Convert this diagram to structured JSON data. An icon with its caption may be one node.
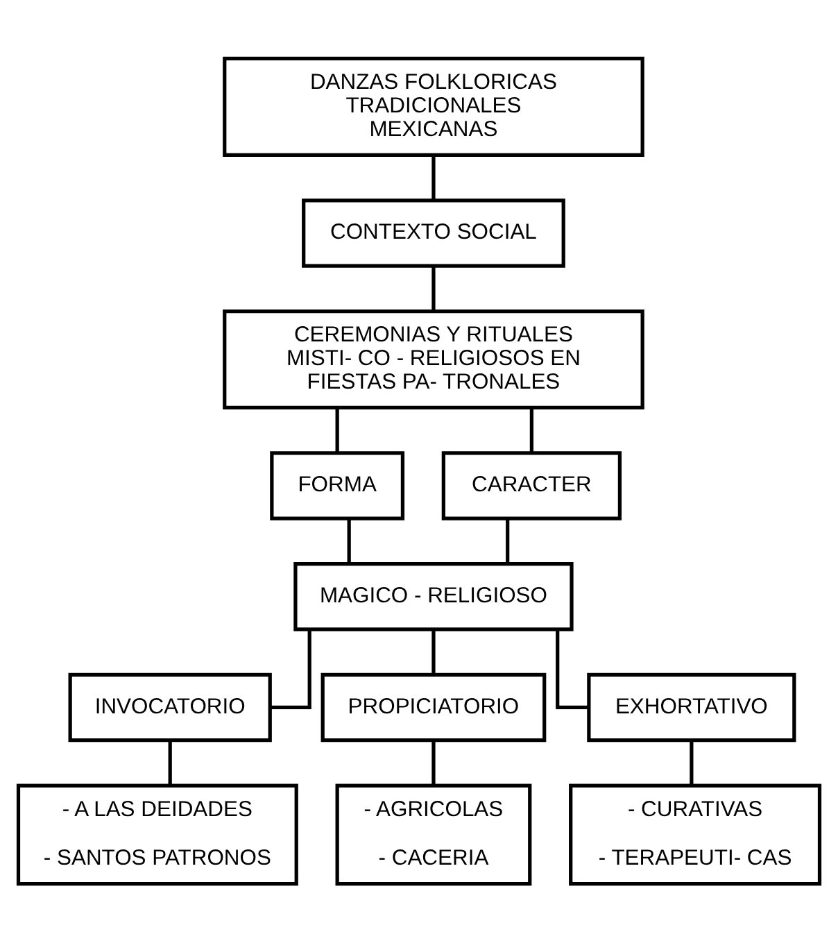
{
  "diagram": {
    "nodes": [
      {
        "text": [
          "DANZAS FOLKLORICAS TRADICIONALES MEXICANAS"
        ]
      },
      {
        "text": [
          "CONTEXTO SOCIAL"
        ]
      },
      {
        "text": [
          "CEREMONIAS Y RITUALES MISTI- CO - RELIGIOSOS EN FIESTAS PA- TRONALES"
        ]
      },
      {
        "text": [
          "FORMA"
        ]
      },
      {
        "text": [
          "CARACTER"
        ]
      },
      {
        "text": [
          "MAGICO - RELIGIOSO"
        ]
      },
      {
        "text": [
          "INVOCATORIO"
        ]
      },
      {
        "text": [
          "PROPICIATORIO"
        ]
      },
      {
        "text": [
          "EXHORTATIVO"
        ]
      },
      {
        "text": [
          "- A LAS DEIDADES",
          "- SANTOS PATRONOS"
        ]
      },
      {
        "text": [
          "- AGRICOLAS",
          "- CACERIA"
        ]
      },
      {
        "text": [
          "- CURATIVAS",
          "- TERAPEUTI- CAS"
        ]
      }
    ],
    "edges": [
      {
        "from": 0,
        "to": 1,
        "arrow": "none"
      },
      {
        "from": 1,
        "to": 2,
        "arrow": "none"
      },
      {
        "from": 2,
        "to": 3,
        "arrow": "none"
      },
      {
        "from": 2,
        "to": 4,
        "arrow": "none"
      },
      {
        "from": 3,
        "to": 5,
        "arrow": "none"
      },
      {
        "from": 4,
        "to": 5,
        "arrow": "none"
      },
      {
        "from": 5,
        "to": 6,
        "arrow": "none"
      },
      {
        "from": 5,
        "to": 7,
        "arrow": "none"
      },
      {
        "from": 5,
        "to": 8,
        "arrow": "none"
      },
      {
        "from": 6,
        "to": 9,
        "arrow": "none"
      },
      {
        "from": 7,
        "to": 10,
        "arrow": "none"
      },
      {
        "from": 8,
        "to": 11,
        "arrow": "none"
      }
    ]
  }
}
